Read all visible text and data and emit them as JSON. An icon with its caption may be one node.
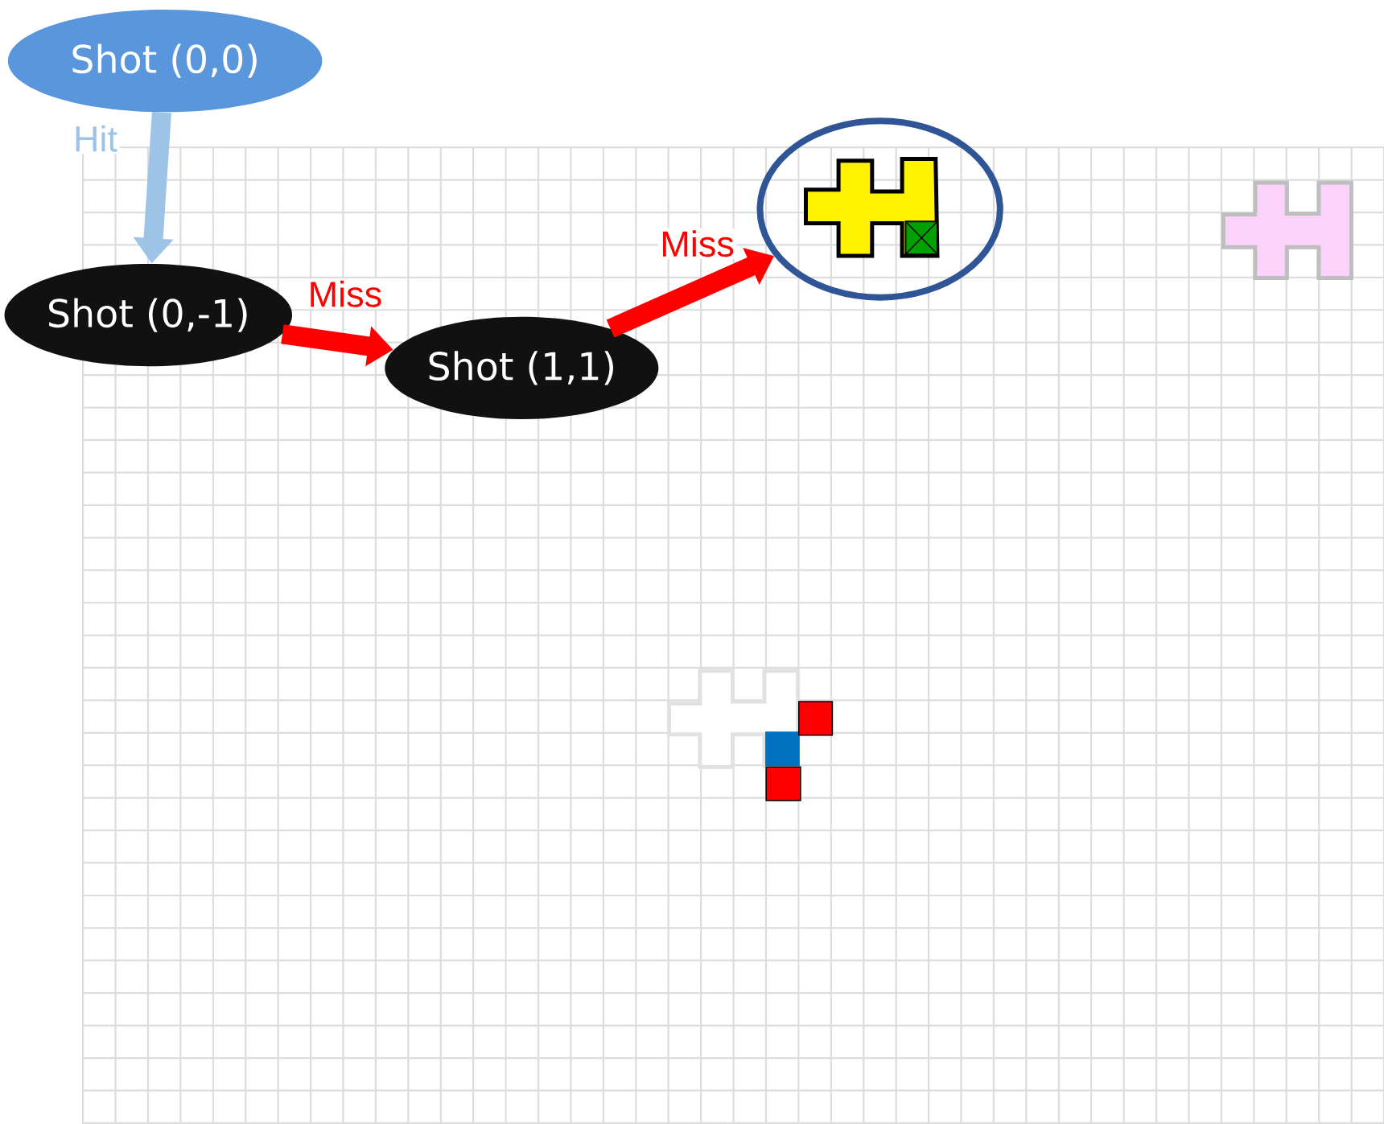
{
  "diagram": {
    "nodes": [
      {
        "text": [
          "Shot (0,0)"
        ]
      },
      {
        "text": [
          "Shot (0,-1)"
        ]
      },
      {
        "text": [
          "Shot (1,1)"
        ]
      },
      {
        "text": [],
        "shape": "circle"
      }
    ],
    "edges": [
      {
        "from": 0,
        "to": 1,
        "arrow": "to",
        "label": "Hit",
        "color": "#9dc3e6"
      },
      {
        "from": 1,
        "to": 2,
        "arrow": "to",
        "label": "Miss"
      },
      {
        "from": 2,
        "to": 3,
        "arrow": "to",
        "label": "Miss"
      }
    ]
  }
}
